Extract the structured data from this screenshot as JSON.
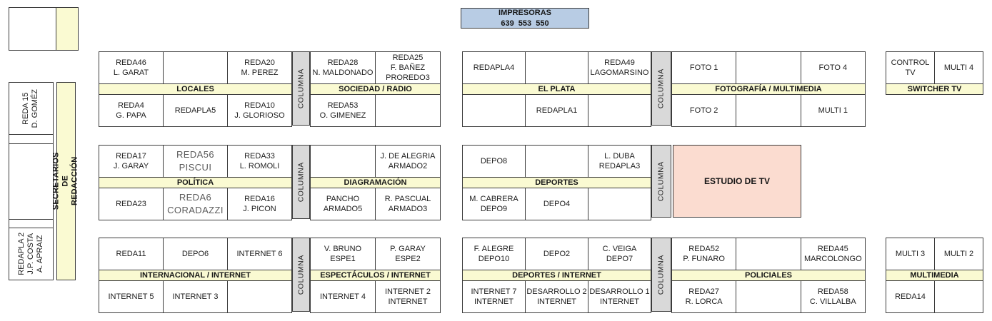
{
  "palette": {
    "section_band_yellow": "#fafad2",
    "columna_gray": "#d9d9d9",
    "impresoras_blue": "#b8cce4",
    "estudio_pink": "#fbdcd0",
    "border_dark": "#3b3b3b",
    "muted_text": "#5b5b5b"
  },
  "impresoras": {
    "title": "IMPRESORAS",
    "numbers": "639  553  550"
  },
  "columna_label": "COLUMNA",
  "sidebar": {
    "reda15": "REDA 15\nD. GOMÉZ",
    "secretarios": "SECRETARIOS DE REDACCIÓN",
    "redapla2": "REDAPLA 2\nJ.P. COSTA\nA. APRAIZ"
  },
  "clusters": {
    "locales": {
      "band": "LOCALES",
      "top": [
        "REDA46\nL. GARAT",
        "",
        "REDA20\nM. PEREZ"
      ],
      "bottom": [
        "REDA4\nG. PAPA",
        "REDAPLA5",
        "REDA10\nJ. GLORIOSO"
      ]
    },
    "sociedad": {
      "band": "SOCIEDAD / RADIO",
      "top": [
        "REDA28\nN. MALDONADO",
        "REDA25\nF. BAÑEZ\nPROREDO3"
      ],
      "bottom": [
        "REDA53\nO. GIMENEZ",
        ""
      ]
    },
    "elplata": {
      "band": "EL PLATA",
      "top": [
        "REDAPLA4",
        "",
        "REDA49\nLAGOMARSINO"
      ],
      "bottom": [
        "",
        "REDAPLA1",
        ""
      ]
    },
    "foto": {
      "band": "FOTOGRAFÍA / MULTIMEDIA",
      "top": [
        "FOTO 1",
        "",
        "FOTO 4"
      ],
      "bottom": [
        "FOTO 2",
        "",
        "MULTI 1"
      ]
    },
    "switcher": {
      "band": "SWITCHER TV",
      "top": [
        "CONTROL TV",
        "MULTI 4"
      ],
      "bottom": null
    },
    "politica": {
      "band": "POLÍTICA",
      "top": [
        "REDA17\nJ. GARAY",
        {
          "text": "REDA56\nPISCUI",
          "muted": true
        },
        "REDA33\nL. ROMOLI"
      ],
      "bottom": [
        "REDA23",
        {
          "text": "REDA6\nCORADAZZI",
          "muted": true
        },
        "REDA16\nJ. PICON"
      ]
    },
    "diagramacion": {
      "band": "DIAGRAMACIÓN",
      "top": [
        "",
        "J. DE ALEGRIA\nARMADO2"
      ],
      "bottom": [
        "PANCHO\nARMADO5",
        "R. PASCUAL\nARMADO3"
      ]
    },
    "deportes": {
      "band": "DEPORTES",
      "top": [
        "DEPO8",
        "",
        "L. DUBA\nREDAPLA3"
      ],
      "bottom": [
        "M. CABRERA\nDEPO9",
        "DEPO4",
        ""
      ]
    },
    "estudio": {
      "label": "ESTUDIO DE TV"
    },
    "internacional": {
      "band": "INTERNACIONAL / INTERNET",
      "top": [
        "REDA11",
        "DEPO6",
        "INTERNET 6"
      ],
      "bottom": [
        "INTERNET 5",
        "INTERNET 3",
        ""
      ]
    },
    "espectaculos": {
      "band": "ESPECTÁCULOS / INTERNET",
      "top": [
        "V. BRUNO\nESPE1",
        "P. GARAY\nESPE2"
      ],
      "bottom": [
        "INTERNET 4",
        "INTERNET 2\nINTERNET"
      ]
    },
    "deportes_internet": {
      "band": "DEPORTES / INTERNET",
      "top": [
        "F. ALEGRE\nDEPO10",
        "DEPO2",
        "C. VEIGA\nDEPO7"
      ],
      "bottom": [
        "INTERNET 7\nINTERNET",
        "DESARROLLO 2\nINTERNET",
        "DESARROLLO 1\nINTERNET"
      ]
    },
    "policiales": {
      "band": "POLICIALES",
      "top": [
        "REDA52\nP. FUNARO",
        "",
        "REDA45\nMARCOLONGO"
      ],
      "bottom": [
        "REDA27\nR. LORCA",
        "",
        "REDA58\nC. VILLALBA"
      ]
    },
    "multimedia": {
      "band": "MULTIMEDIA",
      "top": [
        "MULTI 3",
        "MULTI 2"
      ],
      "bottom": [
        "REDA14",
        ""
      ]
    }
  }
}
